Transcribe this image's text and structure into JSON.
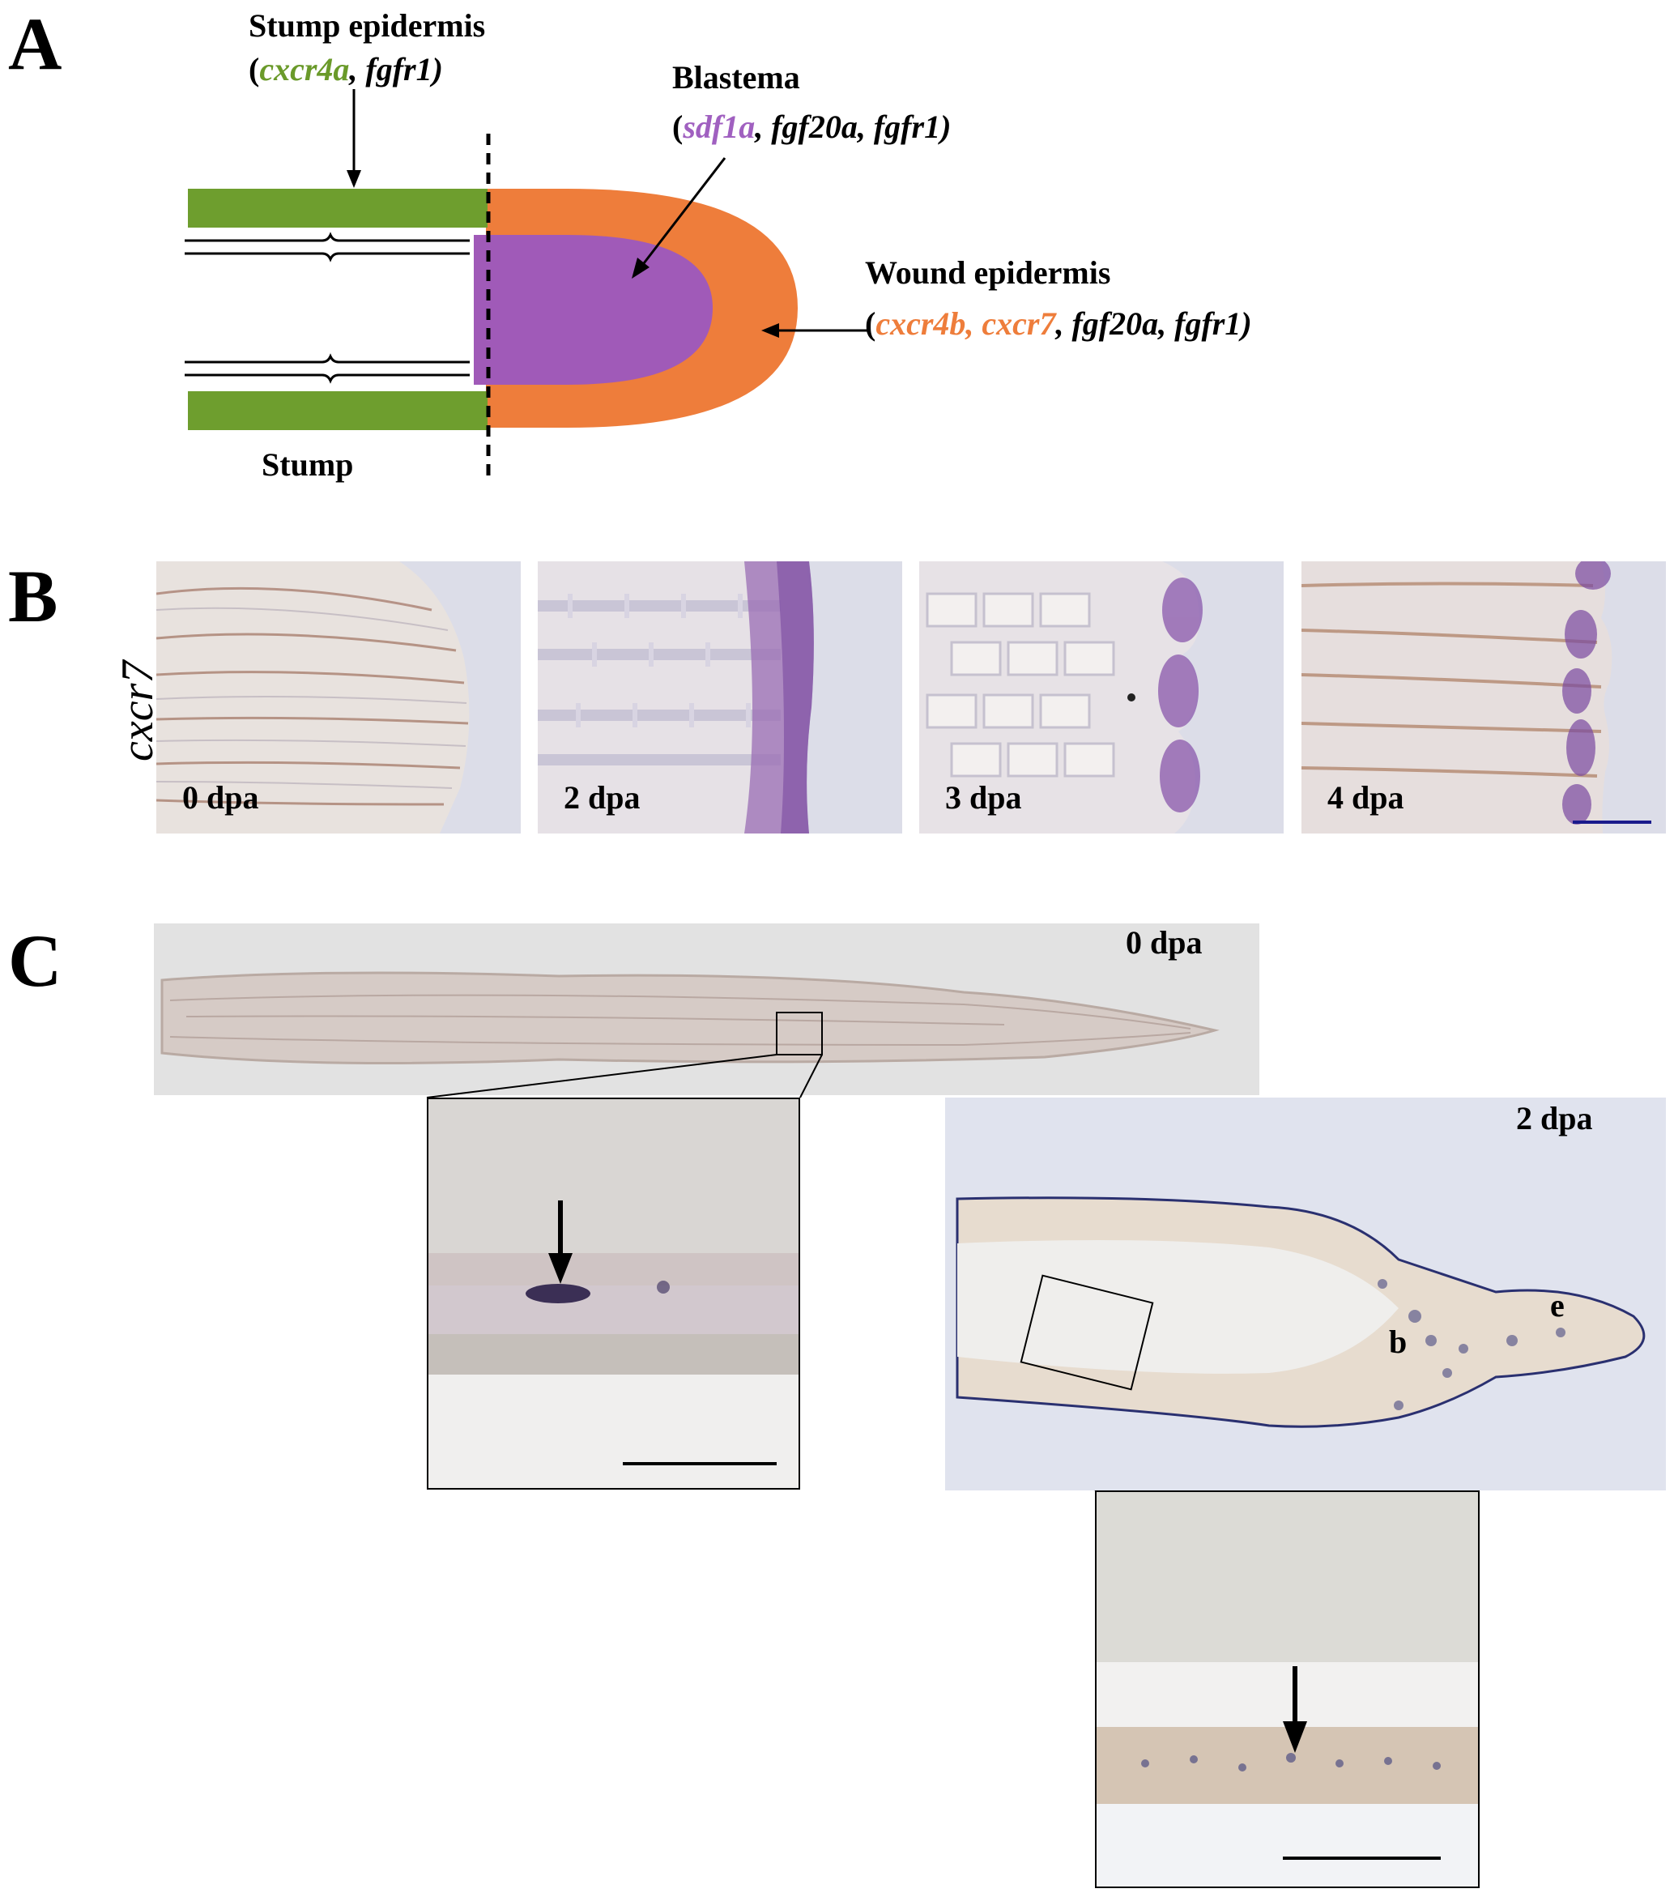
{
  "panels": {
    "a": "A",
    "b": "B",
    "c": "C"
  },
  "panel_a": {
    "stump_epidermis": {
      "title": "Stump epidermis",
      "open": "(",
      "gene1": "cxcr4a",
      "rest": ", fgfr1)"
    },
    "blastema": {
      "title": "Blastema",
      "open": "(",
      "gene1": "sdf1a",
      "rest": ", fgf20a, fgfr1)"
    },
    "wound_epidermis": {
      "title": "Wound epidermis",
      "open": "(",
      "gene1": "cxcr4b, cxcr7",
      "rest": ", fgf20a, fgfr1)"
    },
    "stump": "Stump",
    "colors": {
      "stump_epidermis": "#6e9e2e",
      "blastema": "#a05ab8",
      "wound_epidermis": "#ee7d3b"
    }
  },
  "panel_b": {
    "gene_label": "cxcr7",
    "timepoints": [
      "0 dpa",
      "2 dpa",
      "3 dpa",
      "4 dpa"
    ],
    "scale_bar_color": "#1a1a8c"
  },
  "panel_c": {
    "top_label": "0 dpa",
    "right_label": "2 dpa",
    "region_b": "b",
    "region_e": "e"
  }
}
